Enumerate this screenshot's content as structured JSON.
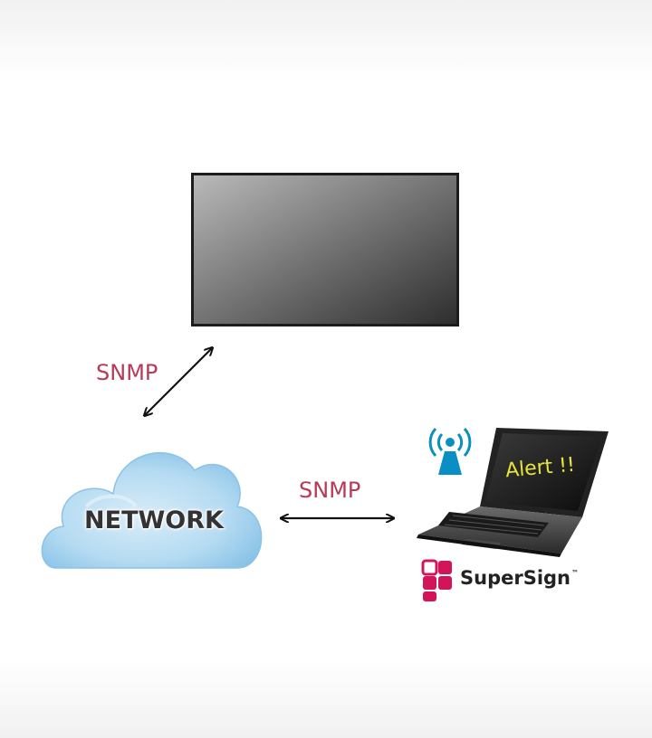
{
  "nodes": {
    "display": {
      "kind": "display-panel"
    },
    "cloud": {
      "label": "NETWORK"
    },
    "laptop": {
      "screen_text": "Alert !!"
    },
    "brand": {
      "name": "SuperSign",
      "trademark": "™"
    }
  },
  "edges": [
    {
      "from": "display",
      "to": "cloud",
      "label": "SNMP",
      "bidirectional": true
    },
    {
      "from": "cloud",
      "to": "laptop",
      "label": "SNMP",
      "bidirectional": true
    }
  ],
  "icons": [
    "display-panel-icon",
    "cloud-icon",
    "laptop-icon",
    "wireless-signal-icon",
    "supersign-logo-icon"
  ],
  "colors": {
    "edge_label": "#b83a56",
    "arrow": "#111111",
    "cloud": "#a9d4ee",
    "alert_text": "#e6e63a",
    "logo": "#d4145a"
  }
}
